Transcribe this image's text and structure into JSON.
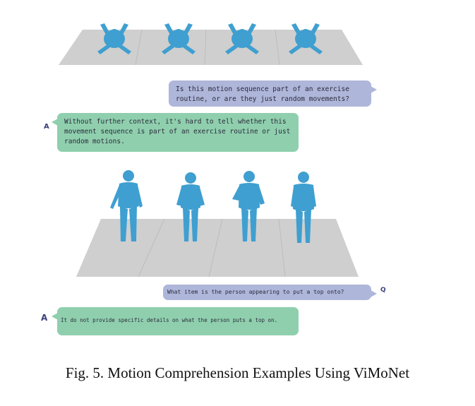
{
  "figure": {
    "caption": "Fig. 5.  Motion Comprehension Examples Using ViMoNet",
    "colors": {
      "floor": "#cfcfcf",
      "body": "#3f9fd0",
      "question_bubble": "#aeb6da",
      "answer_bubble": "#8fcfae"
    },
    "examples": [
      {
        "question": {
          "speaker": "",
          "lines": [
            "Is this motion sequence part of an exercise",
            "routine, or are they just random movements?"
          ]
        },
        "answer": {
          "speaker": "A",
          "lines": [
            "Without further context, it's hard to tell whether this",
            "movement sequence is part of an exercise routine or just",
            "random motions."
          ]
        }
      },
      {
        "question": {
          "speaker": "Q",
          "lines": [
            "What item is the person appearing to put a top onto?"
          ]
        },
        "answer": {
          "speaker": "A",
          "lines": [
            "It do not provide specific details on what the person puts a top on."
          ]
        }
      }
    ]
  }
}
